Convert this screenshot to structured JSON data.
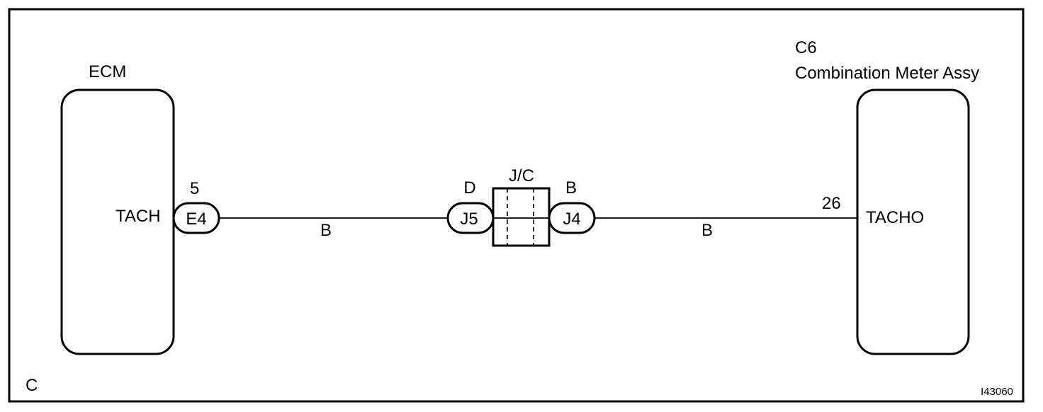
{
  "ecm": {
    "title": "ECM",
    "pin_label": "TACH",
    "pin_number": "5",
    "connector": "E4"
  },
  "meter": {
    "code": "C6",
    "title": "Combination Meter Assy",
    "pin_label": "TACHO",
    "pin_number": "26"
  },
  "junction": {
    "title": "J/C",
    "left_terminal": "D",
    "right_terminal": "B",
    "left_connector": "J5",
    "right_connector": "J4"
  },
  "wires": {
    "left_color": "B",
    "right_color": "B"
  },
  "corner_label": "C",
  "figure_id": "I43060"
}
